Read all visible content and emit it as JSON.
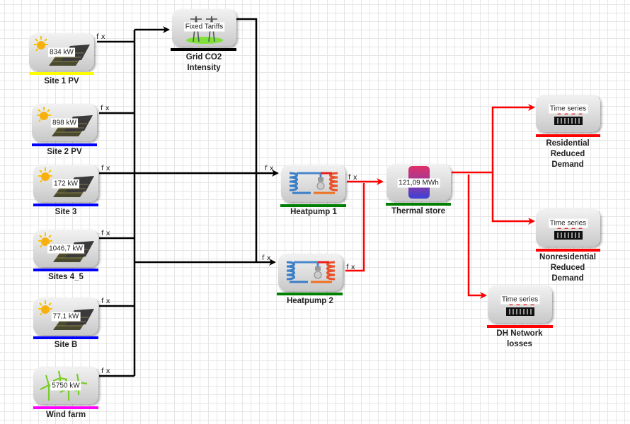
{
  "colors": {
    "wire_electric": "#000000",
    "wire_heat": "#ff0000",
    "bar_yellow": "#ffff00",
    "bar_blue": "#0000ff",
    "bar_magenta": "#ff00ff",
    "bar_green": "#008000",
    "bar_black": "#000000",
    "bar_red": "#ff0000"
  },
  "fx_label": "f x",
  "nodes": {
    "site1": {
      "label": "Site 1 PV",
      "value": "834 kW",
      "icon": "solar-panel-icon",
      "bar": "bar_yellow"
    },
    "site2": {
      "label": "Site 2 PV",
      "value": "898 kW",
      "icon": "solar-panel-icon",
      "bar": "bar_blue"
    },
    "site3": {
      "label": "Site 3",
      "value": "172 kW",
      "icon": "solar-panel-icon",
      "bar": "bar_blue"
    },
    "sites45": {
      "label": "Sites 4_5",
      "value": "1046,7 kW",
      "icon": "solar-panel-icon",
      "bar": "bar_blue"
    },
    "siteB": {
      "label": "Site B",
      "value": "77,1 kW",
      "icon": "solar-panel-icon",
      "bar": "bar_blue"
    },
    "wind": {
      "label": "Wind farm",
      "value": "5750 kW",
      "icon": "wind-turbine-icon",
      "bar": "bar_magenta"
    },
    "grid": {
      "label_line1": "Grid CO2",
      "label_line2": "Intensity",
      "value": "Fixed Tariffs",
      "icon": "power-pylon-icon",
      "bar": "bar_black"
    },
    "hp1": {
      "label": "Heatpump 1",
      "icon": "heat-pump-icon",
      "bar": "bar_green"
    },
    "hp2": {
      "label": "Heatpump 2",
      "icon": "heat-pump-icon",
      "bar": "bar_green"
    },
    "store": {
      "label": "Thermal store",
      "value": "121,09 MWh",
      "icon": "storage-tank-icon",
      "bar": "bar_green"
    },
    "res": {
      "label_line1": "Residential",
      "label_line2": "Reduced",
      "label_line3": "Demand",
      "value": "Time series",
      "icon": "radiator-icon",
      "bar": "bar_red"
    },
    "nonres": {
      "label_line1": "Nonresidential",
      "label_line2": "Reduced",
      "label_line3": "Demand",
      "value": "Time series",
      "icon": "radiator-icon",
      "bar": "bar_red"
    },
    "dh": {
      "label_line1": "DH Network",
      "label_line2": "losses",
      "value": "Time series",
      "icon": "radiator-icon",
      "bar": "bar_red"
    }
  }
}
